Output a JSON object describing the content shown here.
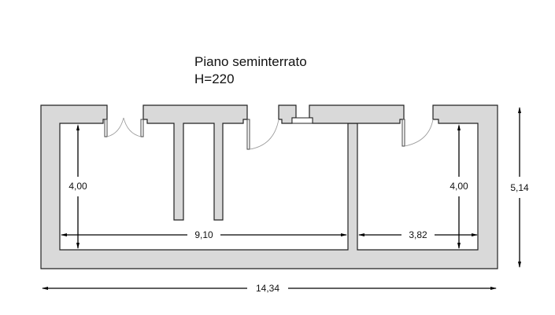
{
  "header": {
    "title": "Piano seminterrato",
    "height_label": "H=220"
  },
  "dimensions": {
    "left_room_height": "4,00",
    "right_room_height": "4,00",
    "left_room_width": "9,10",
    "right_room_width": "3,82",
    "total_width": "14,34",
    "total_depth": "5,14"
  },
  "colors": {
    "wall_fill": "#d9d9d9",
    "wall_stroke": "#222222",
    "background": "#ffffff"
  }
}
